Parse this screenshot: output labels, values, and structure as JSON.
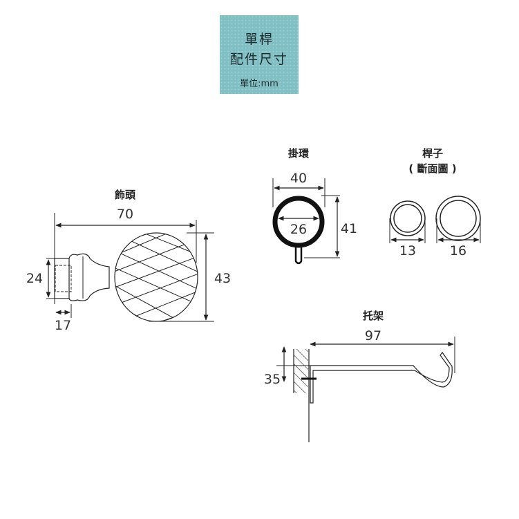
{
  "header": {
    "line1": "單桿",
    "line2": "配件尺寸",
    "unit": "單位:mm",
    "bg_color": "#80bfc3"
  },
  "finial": {
    "label": "飾頭",
    "length": "70",
    "height": "43",
    "socket_diameter": "24",
    "socket_depth": "17"
  },
  "ring": {
    "label": "掛環",
    "outer": "40",
    "inner": "26",
    "height": "41"
  },
  "rod": {
    "label": "桿子",
    "sublabel": "( 斷面圖 )",
    "small": "13",
    "large": "16"
  },
  "bracket": {
    "label": "托架",
    "projection": "97",
    "height": "35"
  }
}
